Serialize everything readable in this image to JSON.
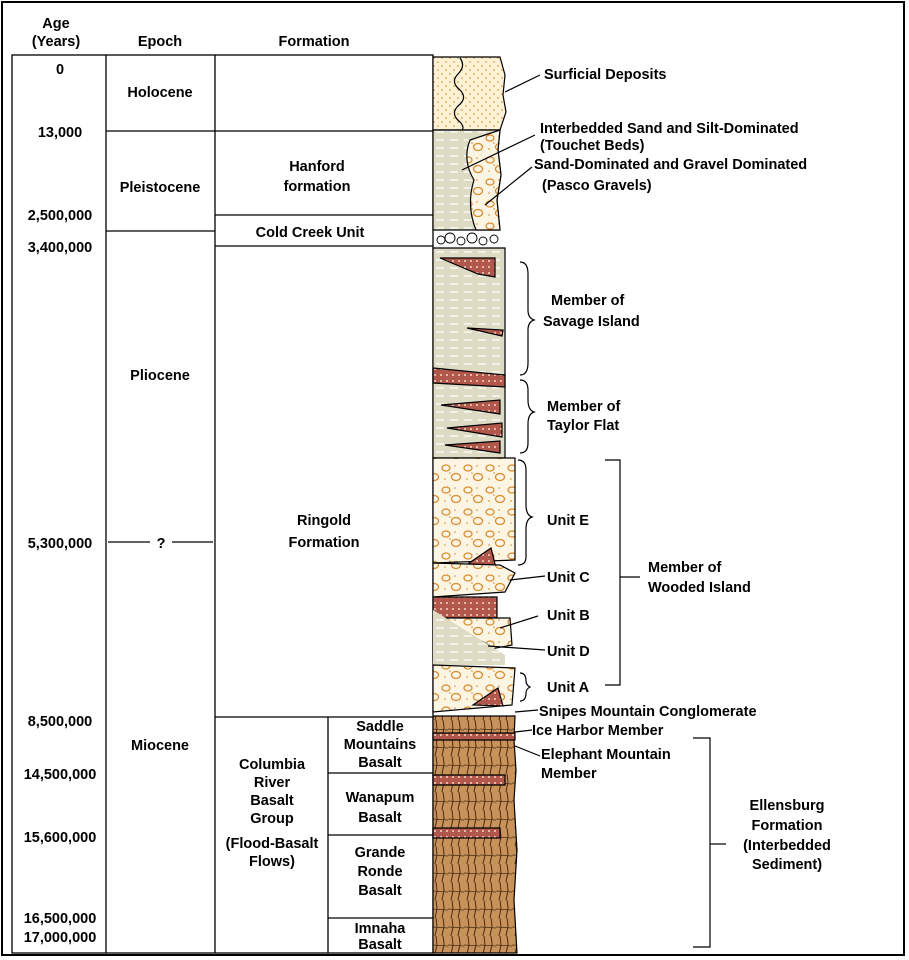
{
  "headers": {
    "age": [
      "Age",
      "(Years)"
    ],
    "epoch": "Epoch",
    "formation": "Formation"
  },
  "ages": [
    "0",
    "13,000",
    "2,500,000",
    "3,400,000",
    "5,300,000",
    "8,500,000",
    "14,500,000",
    "15,600,000",
    "16,500,000",
    "17,000,000"
  ],
  "epochs": {
    "holocene": "Holocene",
    "pleistocene": "Pleistocene",
    "pliocene": "Pliocene",
    "question": "?",
    "miocene": "Miocene"
  },
  "formations": {
    "hanford": [
      "Hanford",
      "formation"
    ],
    "cold_creek": "Cold Creek Unit",
    "ringold": [
      "Ringold",
      "Formation"
    ],
    "crbg": [
      "Columbia",
      "River",
      "Basalt",
      "Group",
      "(Flood-Basalt",
      "Flows)"
    ]
  },
  "subformations": {
    "saddle": [
      "Saddle",
      "Mountains",
      "Basalt"
    ],
    "wanapum": [
      "Wanapum",
      "Basalt"
    ],
    "grande": [
      "Grande",
      "Ronde",
      "Basalt"
    ],
    "imnaha": [
      "Imnaha",
      "Basalt"
    ]
  },
  "annotations": {
    "surficial": "Surficial Deposits",
    "touchet": [
      "Interbedded Sand and Silt-Dominated",
      "(Touchet Beds)"
    ],
    "pasco": [
      "Sand-Dominated and Gravel Dominated",
      "(Pasco Gravels)"
    ],
    "savage": [
      "Member of",
      "Savage Island"
    ],
    "taylor": [
      "Member of",
      "Taylor Flat"
    ],
    "unit_e": "Unit E",
    "unit_c": "Unit C",
    "unit_b": "Unit B",
    "unit_d": "Unit D",
    "unit_a": "Unit A",
    "wooded": [
      "Member of",
      "Wooded Island"
    ],
    "snipes": "Snipes Mountain Conglomerate",
    "ice_harbor": "Ice Harbor Member",
    "elephant": [
      "Elephant Mountain",
      "Member"
    ],
    "ellensburg": [
      "Ellensburg",
      "Formation",
      "(Interbedded",
      "Sediment)"
    ]
  },
  "colors": {
    "basalt": "#c8935a",
    "sand": "#f7e3b4",
    "silt": "#dcd8c0",
    "conglomerate": "#b2574c",
    "outline": "#000000"
  }
}
